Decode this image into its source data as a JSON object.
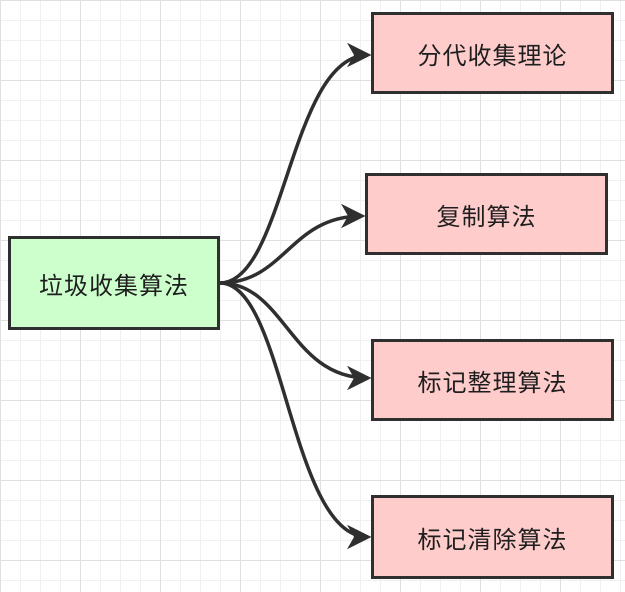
{
  "colors": {
    "root_fill": "#ccffcc",
    "child_fill": "#ffcccc",
    "stroke": "#2f2f2f",
    "text": "#1e1e1e",
    "grid_major": "#dfdfdf",
    "grid_minor": "#f0f0f0"
  },
  "diagram": {
    "root": {
      "label": "垃圾收集算法"
    },
    "children": [
      {
        "label": "分代收集理论"
      },
      {
        "label": "复制算法"
      },
      {
        "label": "标记整理算法"
      },
      {
        "label": "标记清除算法"
      }
    ]
  }
}
